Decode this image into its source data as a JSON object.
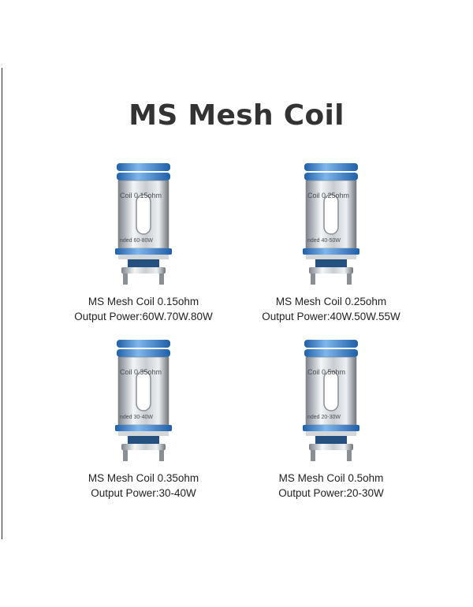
{
  "title": "MS Mesh Coil",
  "products": [
    {
      "name": "MS Mesh Coil 0.15ohm",
      "power": "Output Power:60W.70W.80W",
      "body_text": "Coil 0.15ohm",
      "rated_text": "nded 60-80W"
    },
    {
      "name": "MS Mesh Coil 0.25ohm",
      "power": "Output Power:40W.50W.55W",
      "body_text": "Coil 0.25ohm",
      "rated_text": "nded 40-50W"
    },
    {
      "name": "MS Mesh Coil 0.35ohm",
      "power": "Output Power:30-40W",
      "body_text": "Coil 0.35ohm",
      "rated_text": "nded 30-40W"
    },
    {
      "name": "MS Mesh Coil 0.5ohm",
      "power": "Output Power:20-30W",
      "body_text": "Coil 0.5ohm",
      "rated_text": "nded 20-30W"
    }
  ],
  "colors": {
    "accent": "#3f86d4",
    "metal_light": "#eef0f2",
    "metal_dark": "#8a8f96",
    "title": "#333333"
  }
}
